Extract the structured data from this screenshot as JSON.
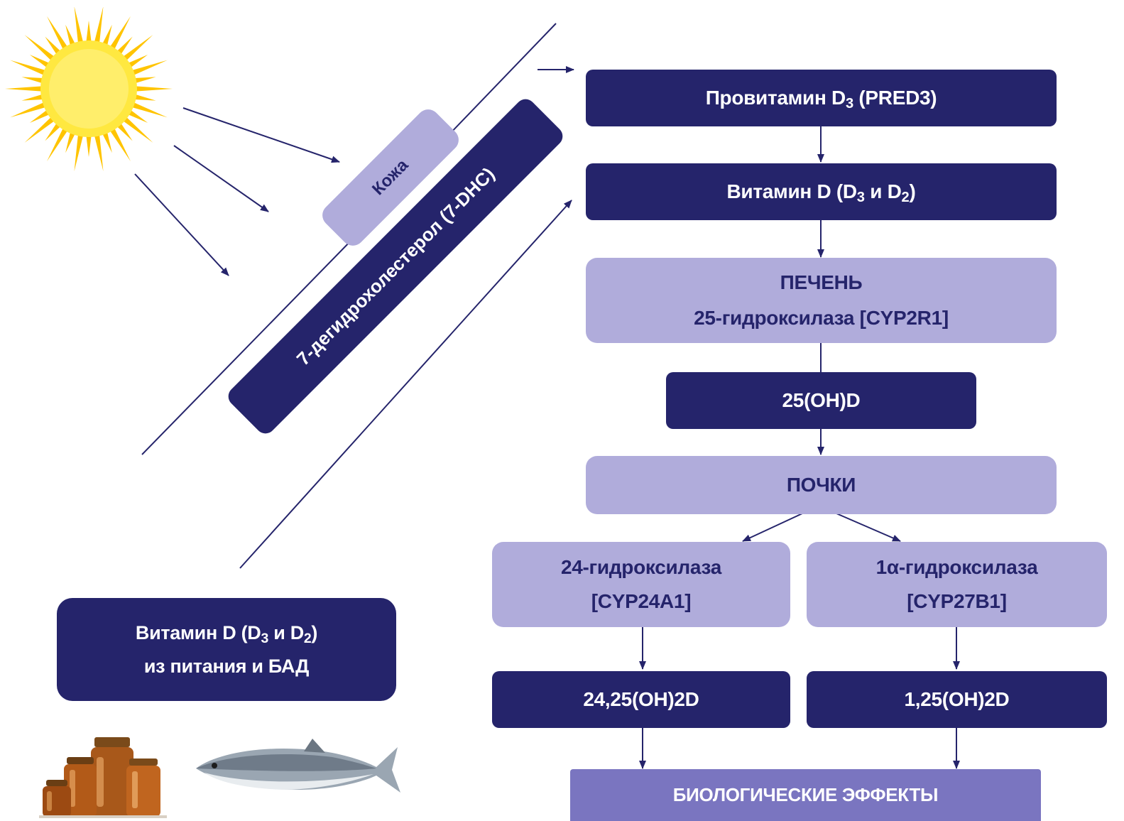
{
  "colors": {
    "dark": "#25246b",
    "light": "#b0acdb",
    "mid": "#7a75c0",
    "sun_core": "#ffe840",
    "sun_rays": "#ffc400",
    "arrow": "#25246b"
  },
  "icons": {
    "sun": "sun-icon",
    "supplements": "supplement-bottles-icon",
    "fish": "fish-icon"
  },
  "labels": {
    "skin": "Кожа",
    "dhc": "7-дегидрохолестерол (7-DHC)",
    "provitamin": "Провитамин D",
    "provitamin_sub": "3",
    "provitamin_tail": " (PRED3)",
    "vitd_a": "Витамин D (D",
    "vitd_sub1": "3",
    "vitd_b": " и D",
    "vitd_sub2": "2",
    "vitd_c": ")",
    "liver": "ПЕЧЕНЬ",
    "liver_enzyme": "25-гидроксилаза [CYP2R1]",
    "oh_d": "25(OH)D",
    "kidneys": "ПОЧКИ",
    "enzyme24_line1": "24-гидроксилаза",
    "enzyme24_line2": "[CYP24A1]",
    "enzyme1a_line1": "1α-гидроксилаза",
    "enzyme1a_line2": "[CYP27B1]",
    "product24": "24,25(OH)2D",
    "product1": "1,25(OH)2D",
    "bio_effects": "БИОЛОГИЧЕСКИЕ ЭФФЕКТЫ",
    "food_line2": "из питания и БАД"
  }
}
